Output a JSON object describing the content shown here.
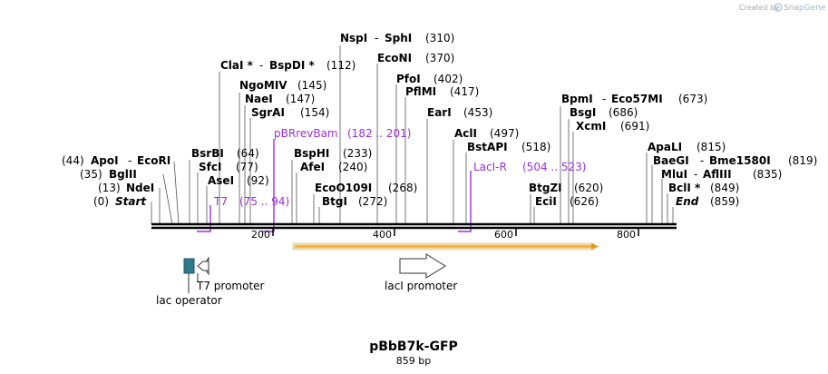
{
  "watermark": "Created by",
  "brand": "SnapGene",
  "plasmid": {
    "name": "pBbB7k-GFP",
    "length": "859 bp"
  },
  "sites": [
    {
      "name": "NspI",
      "pos": "(310)"
    },
    {
      "name": "SphI",
      "pos": ""
    },
    {
      "name": "EcoNI",
      "pos": "(370)"
    },
    {
      "name": "ClaI *",
      "pos": ""
    },
    {
      "name": "BspDI *",
      "pos": "(112)"
    },
    {
      "name": "PfoI",
      "pos": "(402)"
    },
    {
      "name": "PflMI",
      "pos": "(417)"
    },
    {
      "name": "NgoMIV",
      "pos": "(145)"
    },
    {
      "name": "NaeI",
      "pos": "(147)"
    },
    {
      "name": "SgrAI",
      "pos": "(154)"
    },
    {
      "name": "EarI",
      "pos": "(453)"
    },
    {
      "name": "BpmI",
      "pos": ""
    },
    {
      "name": "Eco57MI",
      "pos": "(673)"
    },
    {
      "name": "BsgI",
      "pos": "(686)"
    },
    {
      "name": "XcmI",
      "pos": "(691)"
    },
    {
      "name": "AclI",
      "pos": "(497)"
    },
    {
      "name": "BstAPI",
      "pos": "(518)"
    },
    {
      "name": "BsrBI",
      "pos": "(64)"
    },
    {
      "name": "BspHI",
      "pos": "(233)"
    },
    {
      "name": "ApaLI",
      "pos": "(815)"
    },
    {
      "name": "ApoI",
      "pos": ""
    },
    {
      "name": "EcoRI",
      "pos": "(44)"
    },
    {
      "name": "SfcI",
      "pos": "(77)"
    },
    {
      "name": "AfeI",
      "pos": "(240)"
    },
    {
      "name": "BaeGI",
      "pos": ""
    },
    {
      "name": "Bme1580I",
      "pos": "(819)"
    },
    {
      "name": "BglII",
      "pos": "(35)"
    },
    {
      "name": "AseI",
      "pos": "(92)"
    },
    {
      "name": "MluI",
      "pos": ""
    },
    {
      "name": "AflIII",
      "pos": "(835)"
    },
    {
      "name": "NdeI",
      "pos": "(13)"
    },
    {
      "name": "EcoO109I",
      "pos": "(268)"
    },
    {
      "name": "BtgZI",
      "pos": "(620)"
    },
    {
      "name": "BclI *",
      "pos": "(849)"
    },
    {
      "name": "Start",
      "pos": "(0)"
    },
    {
      "name": "BtgI",
      "pos": "(272)"
    },
    {
      "name": "EciI",
      "pos": "(626)"
    },
    {
      "name": "End",
      "pos": "(859)"
    }
  ],
  "primers": [
    {
      "name": "pBRrevBam",
      "range": "(182 .. 201)"
    },
    {
      "name": "LacI-R",
      "range": "(504 .. 523)"
    },
    {
      "name": "T7",
      "range": "(75 .. 94)"
    }
  ],
  "ruler": [
    "200",
    "400",
    "600",
    "800"
  ],
  "features": [
    {
      "name": "T7 promoter"
    },
    {
      "name": "lac operator"
    },
    {
      "name": "lacI promoter"
    }
  ]
}
